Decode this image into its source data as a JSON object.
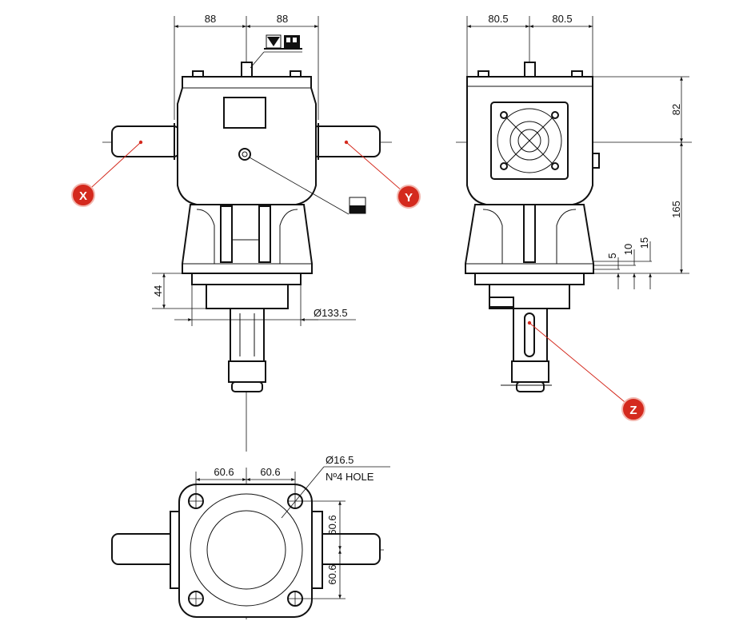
{
  "colors": {
    "line": "#111111",
    "callout": "#d42a1e",
    "background": "#ffffff"
  },
  "front_view": {
    "dim_left": "88",
    "dim_right": "88",
    "dim_height": "44",
    "dim_diameter": "Ø133.5",
    "icons": [
      "fill-level-icon",
      "oil-fill-plug-icon",
      "drain-plug-icon"
    ]
  },
  "side_view": {
    "dim_left": "80.5",
    "dim_right": "80.5",
    "dim_upper": "82",
    "dim_lower": "165",
    "dim_small_1": "5",
    "dim_small_2": "10",
    "dim_small_3": "15"
  },
  "bottom_view": {
    "dim_left": "60.6",
    "dim_right": "60.6",
    "dim_upper": "60.6",
    "dim_lower": "60.6",
    "hole_diameter": "Ø16.5",
    "hole_note": "Nº4 HOLE"
  },
  "callouts": {
    "x": "X",
    "y": "Y",
    "z": "Z"
  }
}
